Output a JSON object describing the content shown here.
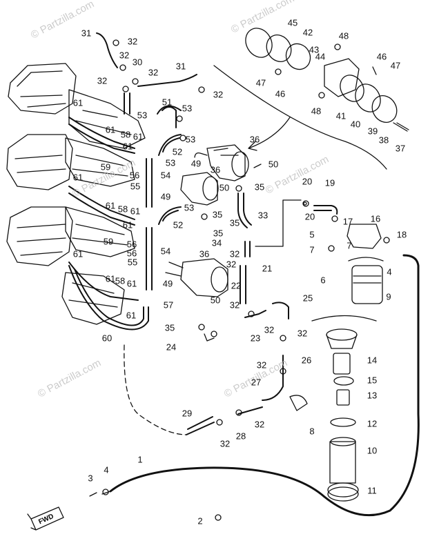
{
  "watermark": "© Partzilla.com",
  "fwd_label": "FWD",
  "labels": {
    "l1": "1",
    "l2": "2",
    "l3": "3",
    "l4": "4",
    "l4b": "4",
    "l5": "5",
    "l6": "6",
    "l7": "7",
    "l7b": "7",
    "l8": "8",
    "l9": "9",
    "l10": "10",
    "l11": "11",
    "l12": "12",
    "l13": "13",
    "l14": "14",
    "l15": "15",
    "l16": "16",
    "l17": "17",
    "l18": "18",
    "l19": "19",
    "l20": "20",
    "l20b": "20",
    "l21": "21",
    "l22": "22",
    "l23": "23",
    "l24": "24",
    "l25": "25",
    "l26": "26",
    "l27": "27",
    "l28": "28",
    "l29": "29",
    "l30": "30",
    "l31a": "31",
    "l31b": "31",
    "l32a": "32",
    "l32b": "32",
    "l32c": "32",
    "l32d": "32",
    "l32e": "32",
    "l32f": "32",
    "l32g": "32",
    "l32h": "32",
    "l32i": "32",
    "l32j": "32",
    "l32k": "32",
    "l32l": "32",
    "l32m": "32",
    "l33": "33",
    "l34": "34",
    "l35a": "35",
    "l35b": "35",
    "l35c": "35",
    "l35d": "35",
    "l35e": "35",
    "l36a": "36",
    "l36b": "36",
    "l36c": "36",
    "l37": "37",
    "l38": "38",
    "l39": "39",
    "l40": "40",
    "l41": "41",
    "l42": "42",
    "l43": "43",
    "l44": "44",
    "l45": "45",
    "l46a": "46",
    "l46b": "46",
    "l47a": "47",
    "l47b": "47",
    "l48a": "48",
    "l48b": "48",
    "l49a": "49",
    "l49b": "49",
    "l49c": "49",
    "l50a": "50",
    "l50b": "50",
    "l50c": "50",
    "l51": "51",
    "l52a": "52",
    "l52b": "52",
    "l53a": "53",
    "l53b": "53",
    "l53c": "53",
    "l53d": "53",
    "l53e": "53",
    "l54a": "54",
    "l54b": "54",
    "l55a": "55",
    "l55b": "55",
    "l56a": "56",
    "l56b": "56",
    "l56c": "56",
    "l57": "57",
    "l58a": "58",
    "l58b": "58",
    "l58c": "58",
    "l59a": "59",
    "l59b": "59",
    "l60": "60",
    "l61a": "61",
    "l61b": "61",
    "l61c": "61",
    "l61d": "61",
    "l61e": "61",
    "l61f": "61",
    "l61g": "61",
    "l61h": "61",
    "l61i": "61",
    "l61j": "61",
    "l61k": "61",
    "l61l": "61"
  }
}
